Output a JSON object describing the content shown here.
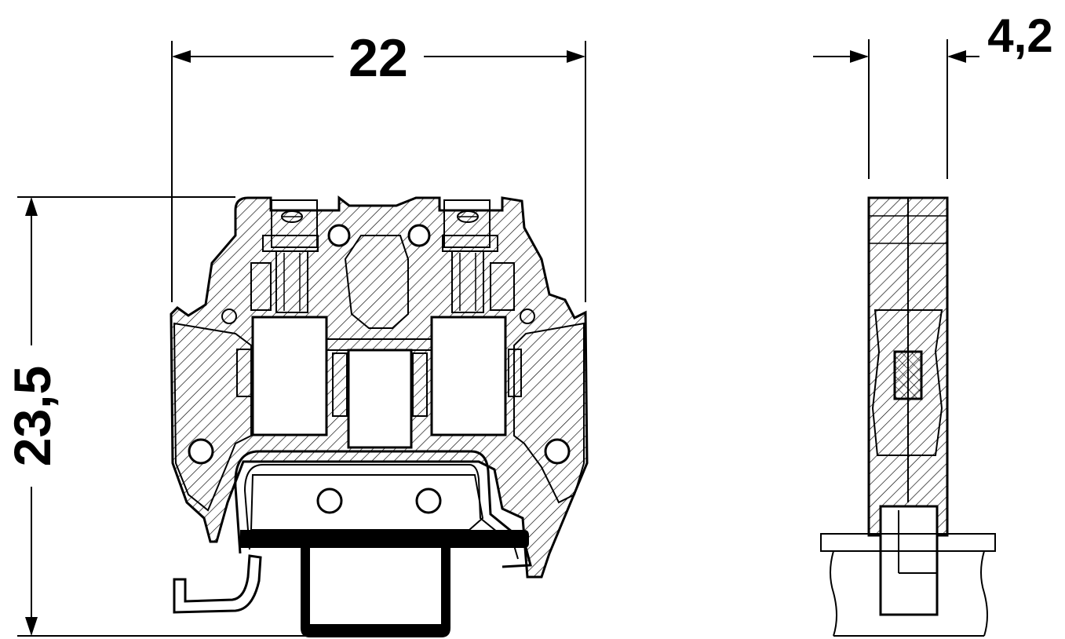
{
  "dimensions": {
    "width": "22",
    "height": "23,5",
    "thickness": "4,2"
  },
  "colors": {
    "line": "#000000",
    "background": "#ffffff",
    "hatch": "#000000"
  }
}
